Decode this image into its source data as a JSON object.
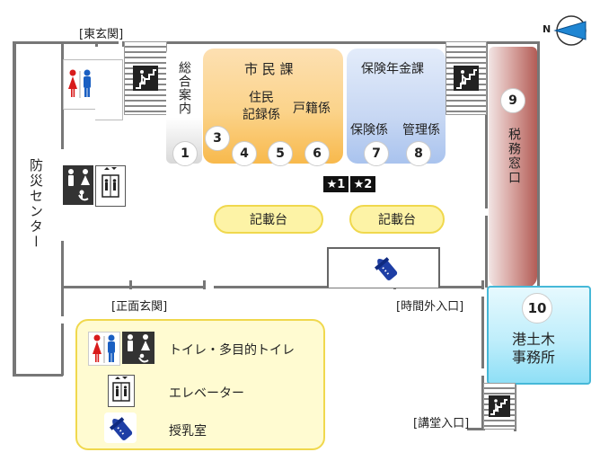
{
  "labels": {
    "east_entrance": "[東玄関]",
    "front_entrance": "[正面玄関]",
    "after_hours_entrance": "[時間外入口]",
    "auditorium_entrance": "[講堂入口]",
    "north": "N"
  },
  "areas": {
    "disaster_center": "防災センター",
    "general_info": "総合案内",
    "citizens_section": "市 民 課",
    "resident_records": "住民\n記録係",
    "family_register": "戸籍係",
    "insurance_pension": "保険年金課",
    "insurance_unit": "保険係",
    "management_unit": "管理係",
    "tax_window": "税務窓口",
    "port_office": "港土木\n事務所",
    "writing_desk_1": "記載台",
    "writing_desk_2": "記載台",
    "star_1": "★1",
    "star_2": "★2"
  },
  "counters": [
    "1",
    "3",
    "4",
    "5",
    "6",
    "7",
    "8",
    "9",
    "10"
  ],
  "legend": {
    "toilet": "トイレ・多目的トイレ",
    "elevator": "エレベーター",
    "nursing_room": "授乳室"
  },
  "colors": {
    "citizens_orange": "#fbd38a",
    "insurance_blue": "#c7d7f3",
    "tax_red": "#c97b76",
    "port_cyan": "#bfeefb",
    "legend_yellow": "#fffbd1",
    "toilet_red": "#d81b1b",
    "toilet_blue": "#1a5fc2"
  },
  "icons": [
    "stairs-icon",
    "toilet-icon",
    "accessible-toilet-icon",
    "elevator-icon",
    "baby-bottle-icon",
    "north-arrow-icon"
  ]
}
